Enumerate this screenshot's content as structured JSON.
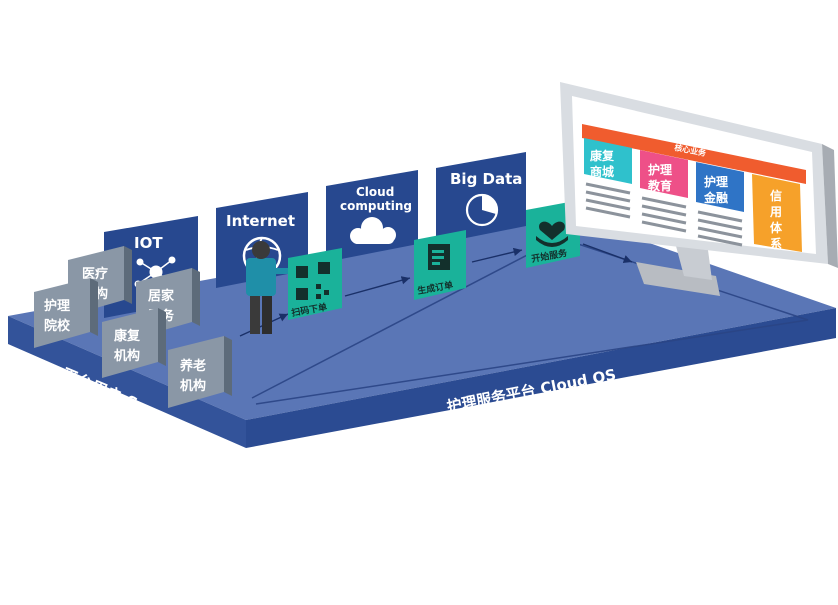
{
  "platform": {
    "left_label": "平台用户  Saas",
    "right_label": "护理服务平台   Cloud OS"
  },
  "tech_cards": {
    "iot": "IOT",
    "internet": "Internet",
    "cloud_line1": "Cloud",
    "cloud_line2": "computing",
    "bigdata": "Big Data"
  },
  "users": {
    "yiliao": [
      "医疗",
      "机构"
    ],
    "jujia": [
      "居家",
      "服务"
    ],
    "huli": [
      "护理",
      "院校"
    ],
    "kangfu": [
      "康复",
      "机构"
    ],
    "yanglao": [
      "养老",
      "机构"
    ]
  },
  "process": {
    "scan": "扫码下单",
    "order": "生成订单",
    "service": "开始服务"
  },
  "monitor": {
    "header": "核心业务",
    "tiles": {
      "mall": [
        "康复",
        "商城"
      ],
      "edu": [
        "护理",
        "教育"
      ],
      "finance": [
        "护理",
        "金融"
      ],
      "credit": [
        "信",
        "用",
        "体",
        "系"
      ]
    }
  },
  "colors": {
    "platform_top": "#5a76b6",
    "platform_front": "#2b4b92",
    "tech_card": "#27488f",
    "user_block": "#8a97a6",
    "process_green": "#1ab29a",
    "tile_cyan": "#2fc1cc",
    "tile_pink": "#ee5088",
    "tile_blue": "#2f74c6",
    "tile_orange": "#f6a12a",
    "header_orange": "#f05c2e"
  }
}
